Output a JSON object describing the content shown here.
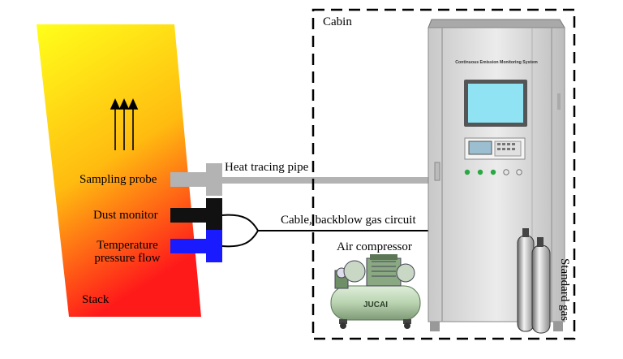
{
  "labels": {
    "cabin": "Cabin",
    "heat_tracing_pipe": "Heat tracing pipe",
    "sampling_probe": "Sampling probe",
    "dust_monitor": "Dust monitor",
    "temperature_line1": "Temperature",
    "temperature_line2": "pressure flow",
    "cable_circuit": "Cable, backblow gas circuit",
    "air_compressor": "Air compressor",
    "standard_gas": "Standard gas",
    "stack": "Stack"
  },
  "cabinet": {
    "title": "Continuous Emission Monitoring System"
  },
  "compressor": {
    "brand": "JUCAI"
  },
  "colors": {
    "stack_top": "#ffff1a",
    "stack_bottom": "#ff1a1a",
    "pipe_gray": "#b3b3b3",
    "dust_black": "#111111",
    "temp_blue": "#1a1aff",
    "screen_cyan": "#8fe3f2",
    "cabinet_gray": "#dcdcdc",
    "compressor_green": "#b9d3b0"
  }
}
